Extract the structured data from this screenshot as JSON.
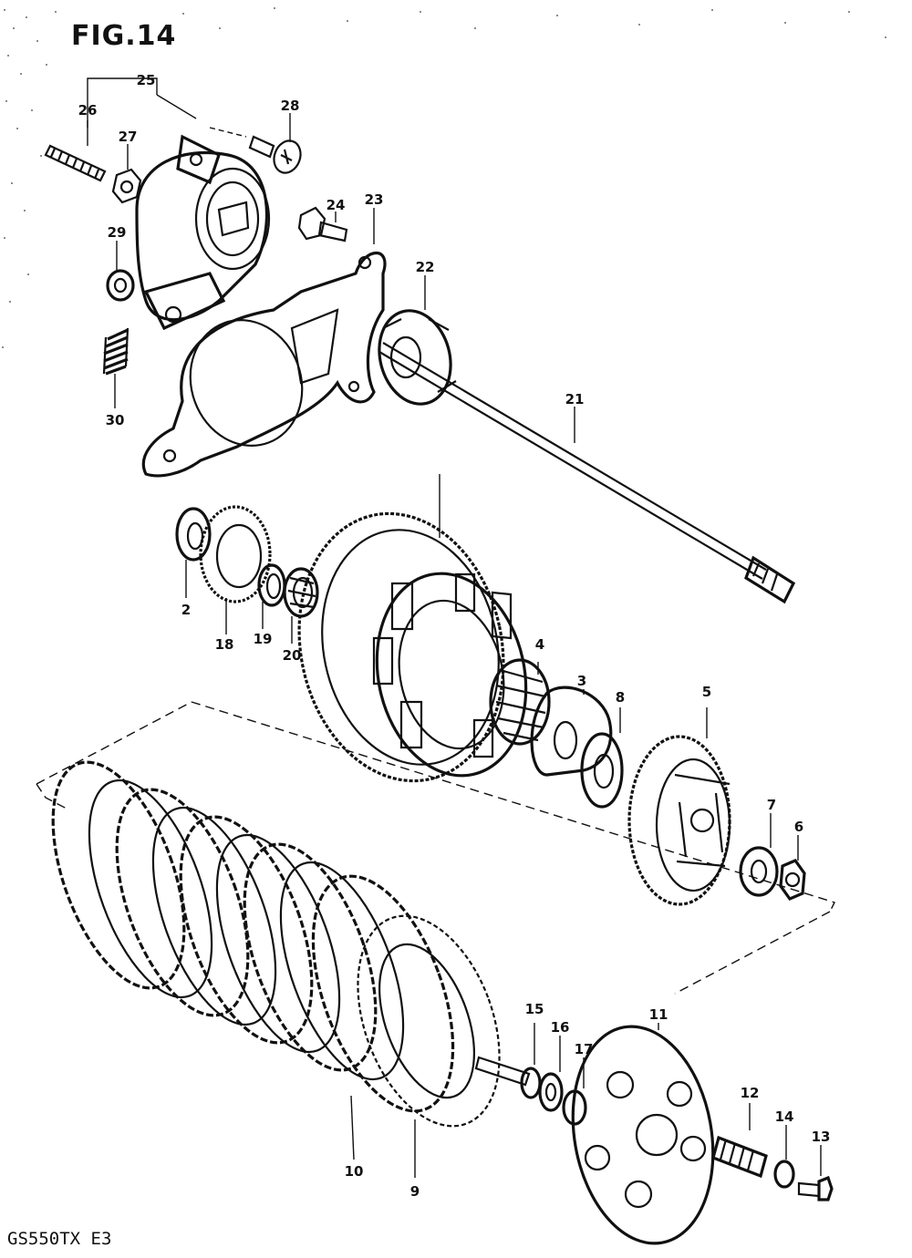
{
  "figure": {
    "title": "FIG.14",
    "model_code": "GS550TX  E3"
  },
  "diagram": {
    "type": "exploded-parts-diagram",
    "subject": "clutch",
    "callouts": [
      "2",
      "3",
      "4",
      "5",
      "6",
      "7",
      "8",
      "9",
      "10",
      "11",
      "12",
      "13",
      "14",
      "15",
      "16",
      "17",
      "18",
      "19",
      "20",
      "21",
      "22",
      "23",
      "24",
      "25",
      "26",
      "27",
      "28",
      "29",
      "30"
    ]
  }
}
